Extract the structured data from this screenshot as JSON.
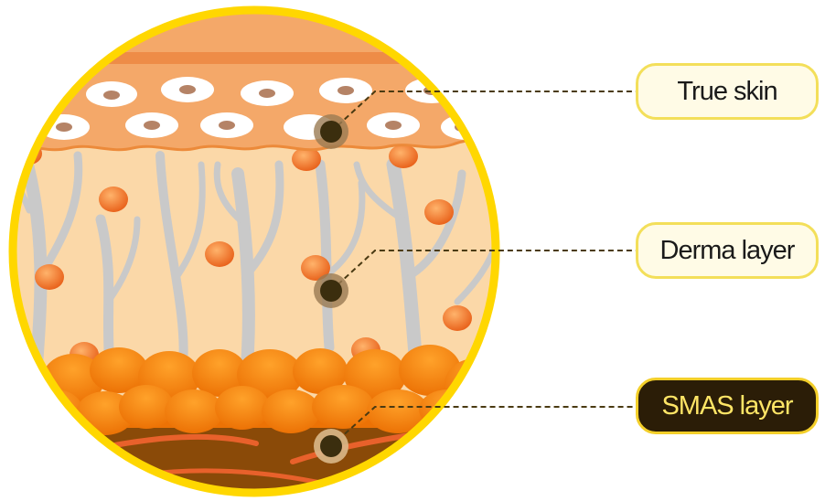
{
  "labels": {
    "true_skin": "True skin",
    "derma_layer": "Derma layer",
    "smas_layer": "SMAS layer"
  },
  "colors": {
    "frame": "#ffd700",
    "epidermis": "#f4a869",
    "dermis": "#fbd8a8",
    "fat": "#f07f10",
    "smas": "#8a4a08",
    "vessel": "#c9c9c9",
    "marker": "#3b2e0e",
    "label_bg": "#fffbe6",
    "label_dark_bg": "#2b1d07"
  }
}
